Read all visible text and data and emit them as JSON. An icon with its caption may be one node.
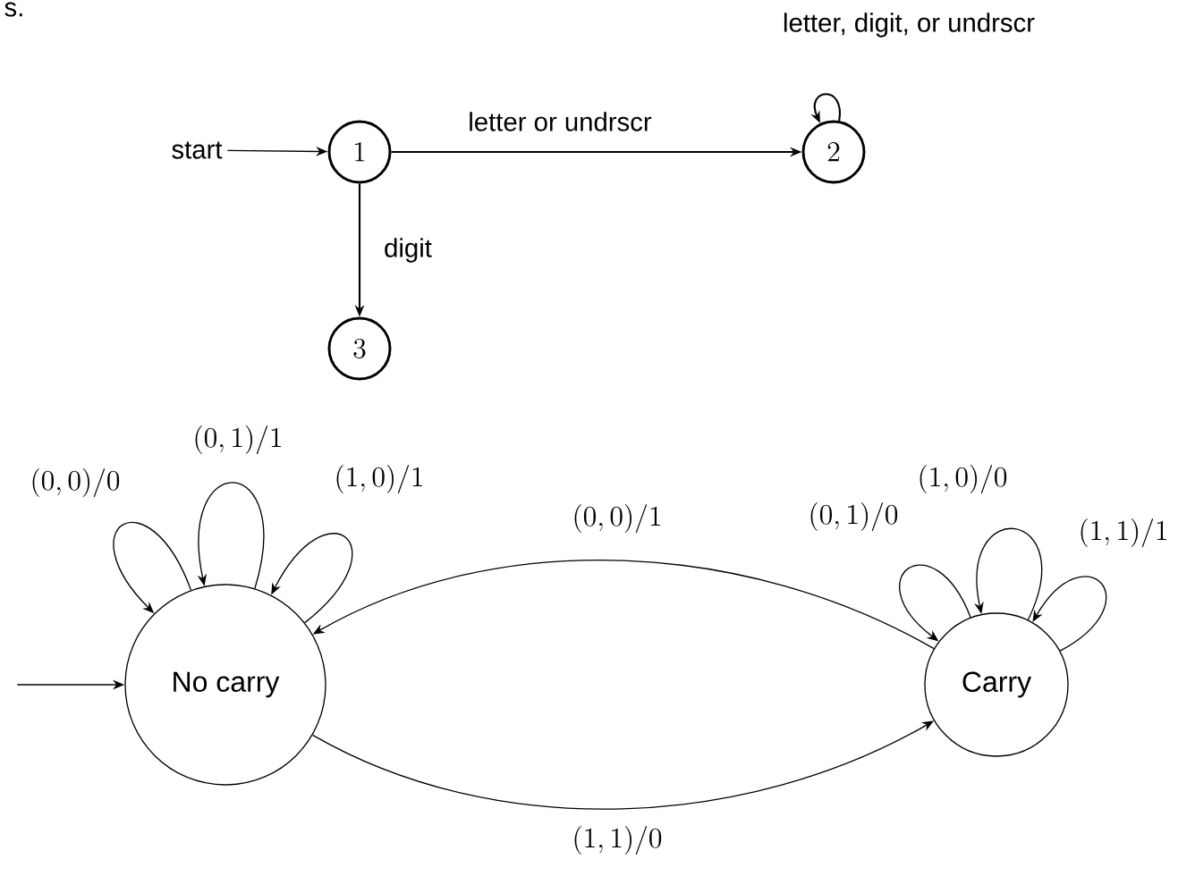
{
  "diagram": {
    "nodes": [
      {
        "text": [
          "start"
        ]
      },
      {
        "text": [
          "1"
        ]
      },
      {
        "text": [
          "2"
        ]
      },
      {
        "text": [
          "3"
        ]
      },
      {
        "text": [
          "No carry"
        ]
      },
      {
        "text": [
          "Carry"
        ]
      }
    ],
    "edges": [
      {
        "from": 0,
        "to": 1,
        "arrow": "to"
      },
      {
        "from": 1,
        "to": 2,
        "arrow": "to",
        "label": "letter or undrscr"
      },
      {
        "from": 2,
        "to": 2,
        "arrow": "to",
        "label": "letter, digit, or undrscr"
      },
      {
        "from": 1,
        "to": 3,
        "arrow": "to",
        "label": "digit"
      },
      {
        "from": null,
        "to": 4,
        "arrow": "to"
      },
      {
        "from": 4,
        "to": 4,
        "arrow": "to",
        "label": "(0,0)/0"
      },
      {
        "from": 4,
        "to": 4,
        "arrow": "to",
        "label": "(0,1)/1"
      },
      {
        "from": 4,
        "to": 4,
        "arrow": "to",
        "label": "(1,0)/1"
      },
      {
        "from": 5,
        "to": 4,
        "arrow": "to",
        "label": "(0,0)/1"
      },
      {
        "from": 4,
        "to": 5,
        "arrow": "to",
        "label": "(1,1)/0"
      },
      {
        "from": 5,
        "to": 5,
        "arrow": "to",
        "label": "(0,1)/0"
      },
      {
        "from": 5,
        "to": 5,
        "arrow": "to",
        "label": "(1,0)/0"
      },
      {
        "from": 5,
        "to": 5,
        "arrow": "to",
        "label": "(1,1)/1"
      }
    ],
    "labels": [
      "s."
    ]
  }
}
